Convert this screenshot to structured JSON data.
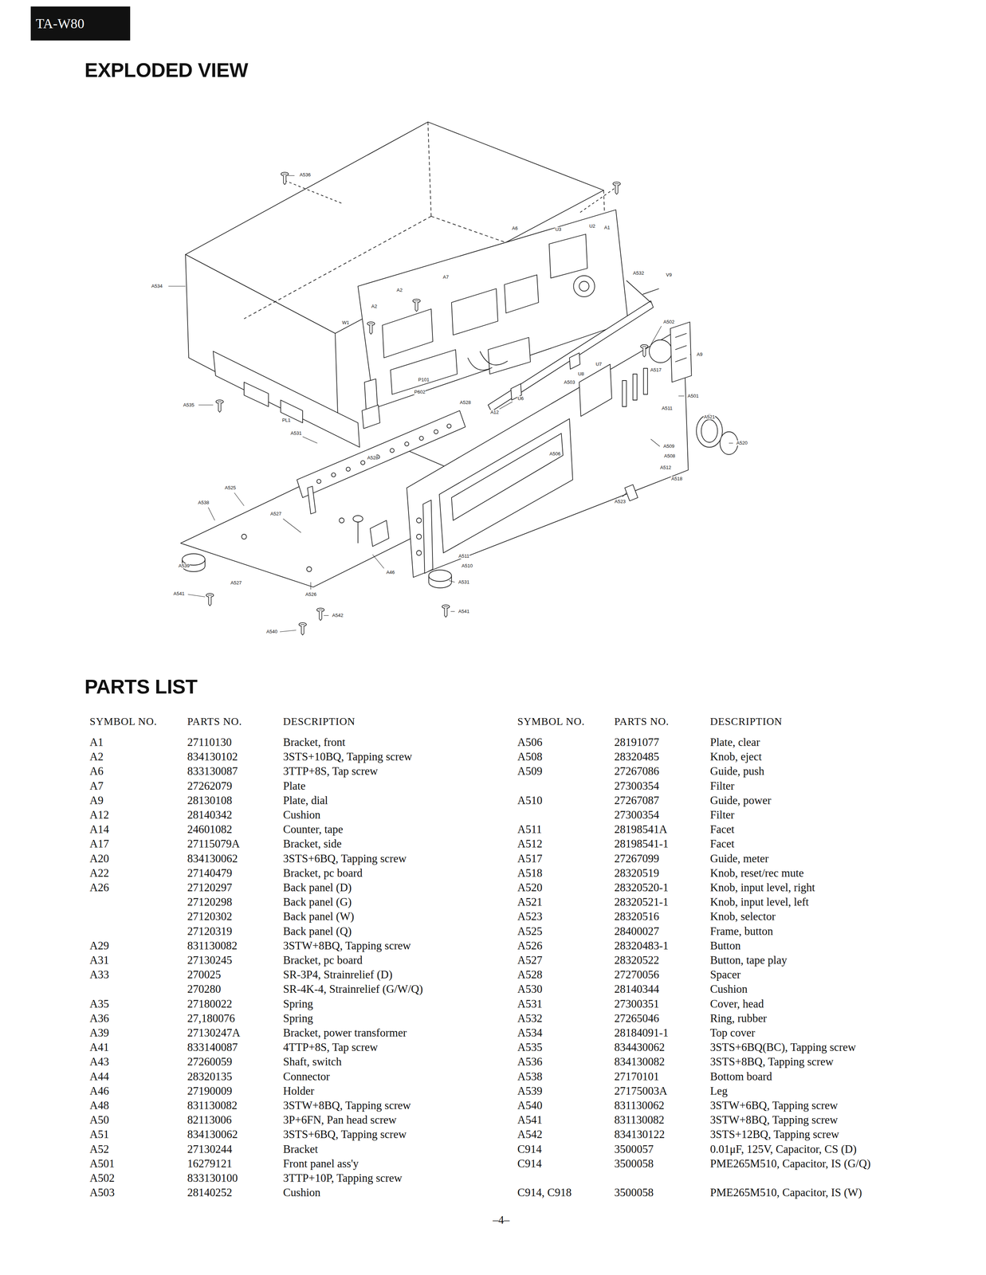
{
  "diagram": {
    "title": "EXPLODED VIEW",
    "nodes": [
      {
        "text": [
          "TA-W80"
        ]
      }
    ],
    "labels": [
      "A536",
      "A534",
      "A6",
      "U3",
      "U2",
      "A1",
      "A7",
      "A2",
      "A2",
      "A532",
      "V9",
      "W1",
      "A502",
      "A9",
      "A517",
      "U7",
      "U8",
      "A503",
      "P101",
      "P602",
      "U6",
      "A501",
      "A511",
      "A521",
      "A520",
      "A528",
      "A12",
      "A535",
      "PL1",
      "A531",
      "A509",
      "A508",
      "A512",
      "A518",
      "A506",
      "A528",
      "A525",
      "A538",
      "A527",
      "A523",
      "A539",
      "A527",
      "A541",
      "A46",
      "A511",
      "A510",
      "A531",
      "A526",
      "A542",
      "A541",
      "A540",
      "PARTS LIST",
      "SYMBOL NO.",
      "PARTS NO.",
      "DESCRIPTION",
      "SYMBOL NO.",
      "PARTS NO.",
      "DESCRIPTION",
      "A1",
      "27110130",
      "Bracket, front",
      "A2",
      "834130102",
      "3STS+10BQ, Tapping screw",
      "A6",
      "833130087",
      "3TTP+8S, Tap screw",
      "A7",
      "27262079",
      "Plate",
      "A9",
      "28130108",
      "Plate, dial",
      "A12",
      "28140342",
      "Cushion",
      "A14",
      "24601082",
      "Counter, tape",
      "A17",
      "27115079A",
      "Bracket, side",
      "A20",
      "834130062",
      "3STS+6BQ, Tapping screw",
      "A22",
      "27140479",
      "Bracket, pc board",
      "A26",
      "27120297",
      "Back panel (D)",
      "27120298",
      "Back panel (G)",
      "27120302",
      "Back panel (W)",
      "27120319",
      "Back panel (Q)",
      "A29",
      "831130082",
      "3STW+8BQ, Tapping screw",
      "A31",
      "27130245",
      "Bracket, pc board",
      "A33",
      "270025",
      "SR-3P4, Strainrelief (D)",
      "270280",
      "SR-4K-4, Strainrelief (G/W/Q)",
      "A35",
      "27180022",
      "Spring",
      "A36",
      "27,180076",
      "Spring",
      "A39",
      "27130247A",
      "Bracket, power transformer",
      "A41",
      "833140087",
      "4TTP+8S, Tap screw",
      "A43",
      "27260059",
      "Shaft, switch",
      "A44",
      "28320135",
      "Connector",
      "A46",
      "27190009",
      "Holder",
      "A48",
      "831130082",
      "3STW+8BQ, Tapping screw",
      "A50",
      "82113006",
      "3P+6FN, Pan head screw",
      "A51",
      "834130062",
      "3STS+6BQ, Tapping screw",
      "A52",
      "27130244",
      "Bracket",
      "A501",
      "16279121",
      "Front panel ass'y",
      "A502",
      "833130100",
      "3TTP+10P, Tapping screw",
      "A503",
      "28140252",
      "Cushion",
      "A506",
      "28191077",
      "Plate, clear",
      "A508",
      "28320485",
      "Knob, eject",
      "A509",
      "27267086",
      "Guide, push",
      "27300354",
      "Filter",
      "A510",
      "27267087",
      "Guide, power",
      "27300354",
      "Filter",
      "A511",
      "28198541A",
      "Facet",
      "A512",
      "28198541-1",
      "Facet",
      "A517",
      "27267099",
      "Guide, meter",
      "A518",
      "28320519",
      "Knob, reset/rec mute",
      "A520",
      "28320520-1",
      "Knob, input level, right",
      "A521",
      "28320521-1",
      "Knob, input level, left",
      "A523",
      "28320516",
      "Knob, selector",
      "A525",
      "28400027",
      "Frame, button",
      "A526",
      "28320483-1",
      "Button",
      "A527",
      "28320522",
      "Button, tape play",
      "A528",
      "27270056",
      "Spacer",
      "A530",
      "28140344",
      "Cushion",
      "A531",
      "27300351",
      "Cover, head",
      "A532",
      "27265046",
      "Ring, rubber",
      "A534",
      "28184091-1",
      "Top cover",
      "A535",
      "834430062",
      "3STS+6BQ(BC), Tapping screw",
      "A536",
      "834130082",
      "3STS+8BQ, Tapping screw",
      "A538",
      "27170101",
      "Bottom board",
      "A539",
      "27175003A",
      "Leg",
      "A540",
      "831130062",
      "3STW+6BQ, Tapping screw",
      "A541",
      "831130082",
      "3STW+8BQ, Tapping screw",
      "A542",
      "834130122",
      "3STS+12BQ, Tapping screw",
      "C914",
      "3500057",
      "0.01μF, 125V, Capacitor, CS (D)",
      "C914",
      "3500058",
      "PME265M510, Capacitor, IS (G/Q)",
      "C914, C918",
      "3500058",
      "PME265M510, Capacitor, IS (W)",
      "–4–"
    ]
  }
}
